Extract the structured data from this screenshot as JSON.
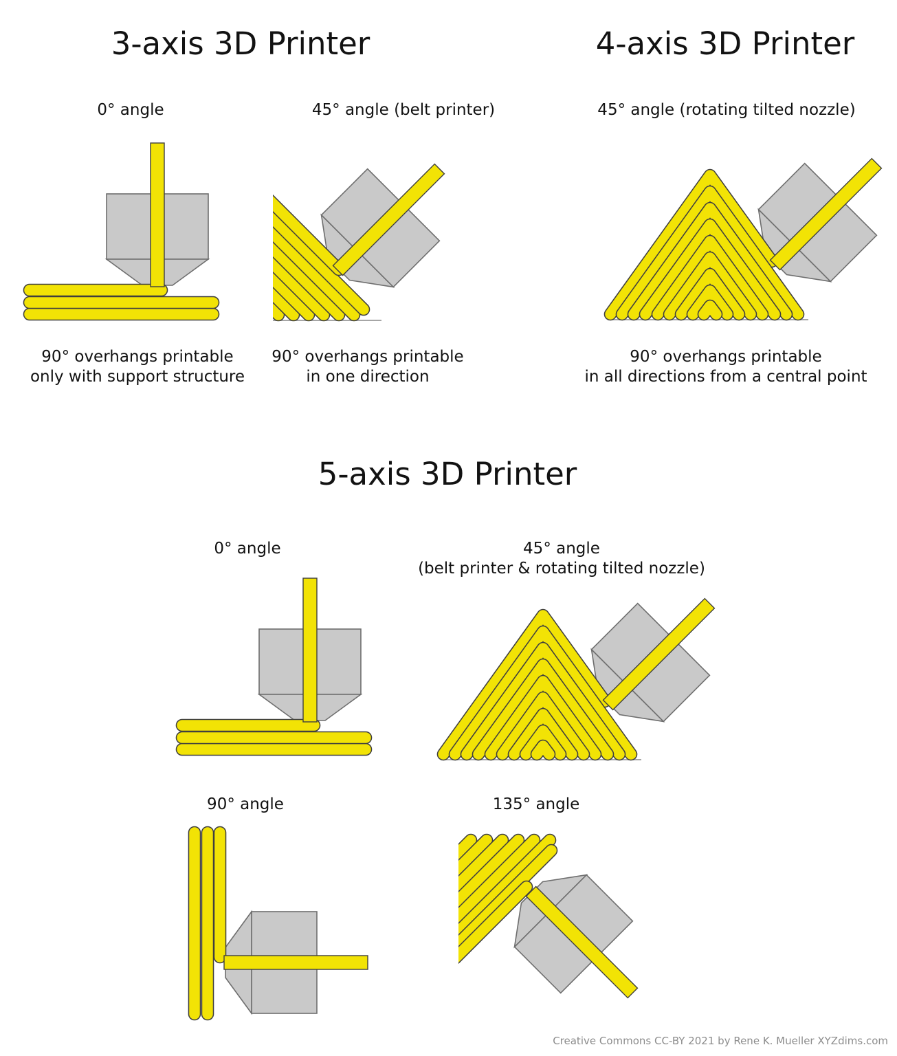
{
  "colors": {
    "filament_yellow": "#f2e305",
    "outline": "#3f3f3f",
    "printer_grey": "#c9c9c9",
    "printer_outline": "#6e6e6e",
    "baseline_grey": "#a6a6a6",
    "text": "#121212",
    "credit_text": "#8c8c8c",
    "background": "#ffffff"
  },
  "sections": {
    "three_axis": {
      "title": "3-axis 3D Printer",
      "figures": [
        {
          "label": "0° angle",
          "caption_line1": "90° overhangs printable",
          "caption_line2": "only with support structure"
        },
        {
          "label": "45° angle (belt printer)",
          "caption_line1": "90° overhangs printable",
          "caption_line2": "in one direction"
        }
      ]
    },
    "four_axis": {
      "title": "4-axis 3D Printer",
      "figures": [
        {
          "label": "45° angle (rotating tilted nozzle)",
          "caption_line1": "90° overhangs printable",
          "caption_line2": "in all directions from a central point"
        }
      ]
    },
    "five_axis": {
      "title": "5-axis 3D Printer",
      "figures": [
        {
          "label": "0° angle"
        },
        {
          "label": "45° angle",
          "sublabel": "(belt printer & rotating tilted nozzle)"
        },
        {
          "label": "90° angle"
        },
        {
          "label": "135° angle"
        }
      ]
    }
  },
  "credit": "Creative Commons CC-BY 2021 by Rene K. Mueller XYZdims.com"
}
